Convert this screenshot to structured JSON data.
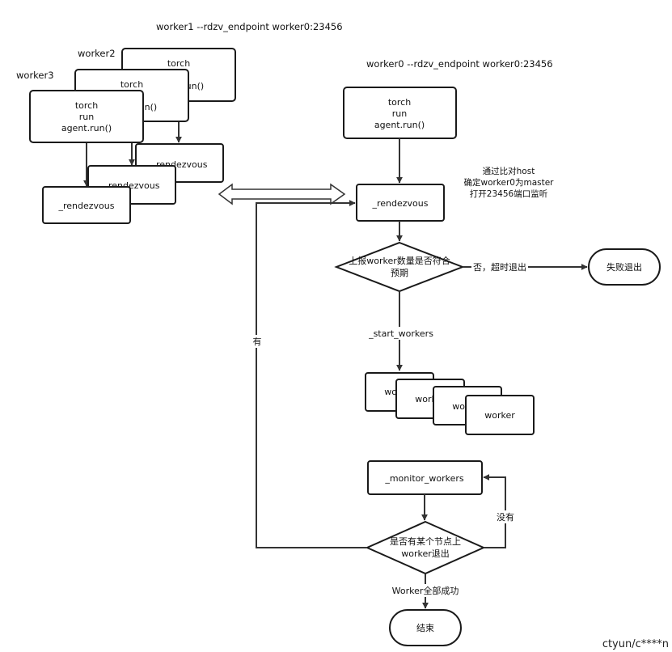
{
  "headers": {
    "worker1": "worker1   --rdzv_endpoint worker0:23456",
    "worker2": "worker2",
    "worker3": "worker3",
    "worker0": "worker0  --rdzv_endpoint worker0:23456"
  },
  "nodes": {
    "torch_w1": [
      "torch",
      "run",
      "agent.run()"
    ],
    "torch_w2": [
      "torch",
      "run",
      "agent.run()"
    ],
    "torch_w3": [
      "torch",
      "run",
      "agent.run()"
    ],
    "rdzv_w1": "_rendezvous",
    "rdzv_w2": "_rendezvous",
    "rdzv_w3": "_rendezvous",
    "torch_w0": [
      "torch",
      "run",
      "agent.run()"
    ],
    "rdzv_w0": "_rendezvous",
    "check_workers": [
      "上报worker数量是否符合",
      "预期"
    ],
    "fail": "失败退出",
    "workers": [
      "worker",
      "worker",
      "worker",
      "worker"
    ],
    "monitor": "_monitor_workers",
    "check_exit": [
      "是否有某个节点上",
      "worker退出"
    ],
    "end": "结束"
  },
  "notes": {
    "master": [
      "通过比对host",
      "确定worker0为master",
      "打开23456端口监听"
    ]
  },
  "edges": {
    "fail_branch": "否，超时退出",
    "start_workers": "_start_workers",
    "no": "没有",
    "yes": "有",
    "all_success": "Worker全部成功"
  },
  "watermark": "ctyun/c****n"
}
